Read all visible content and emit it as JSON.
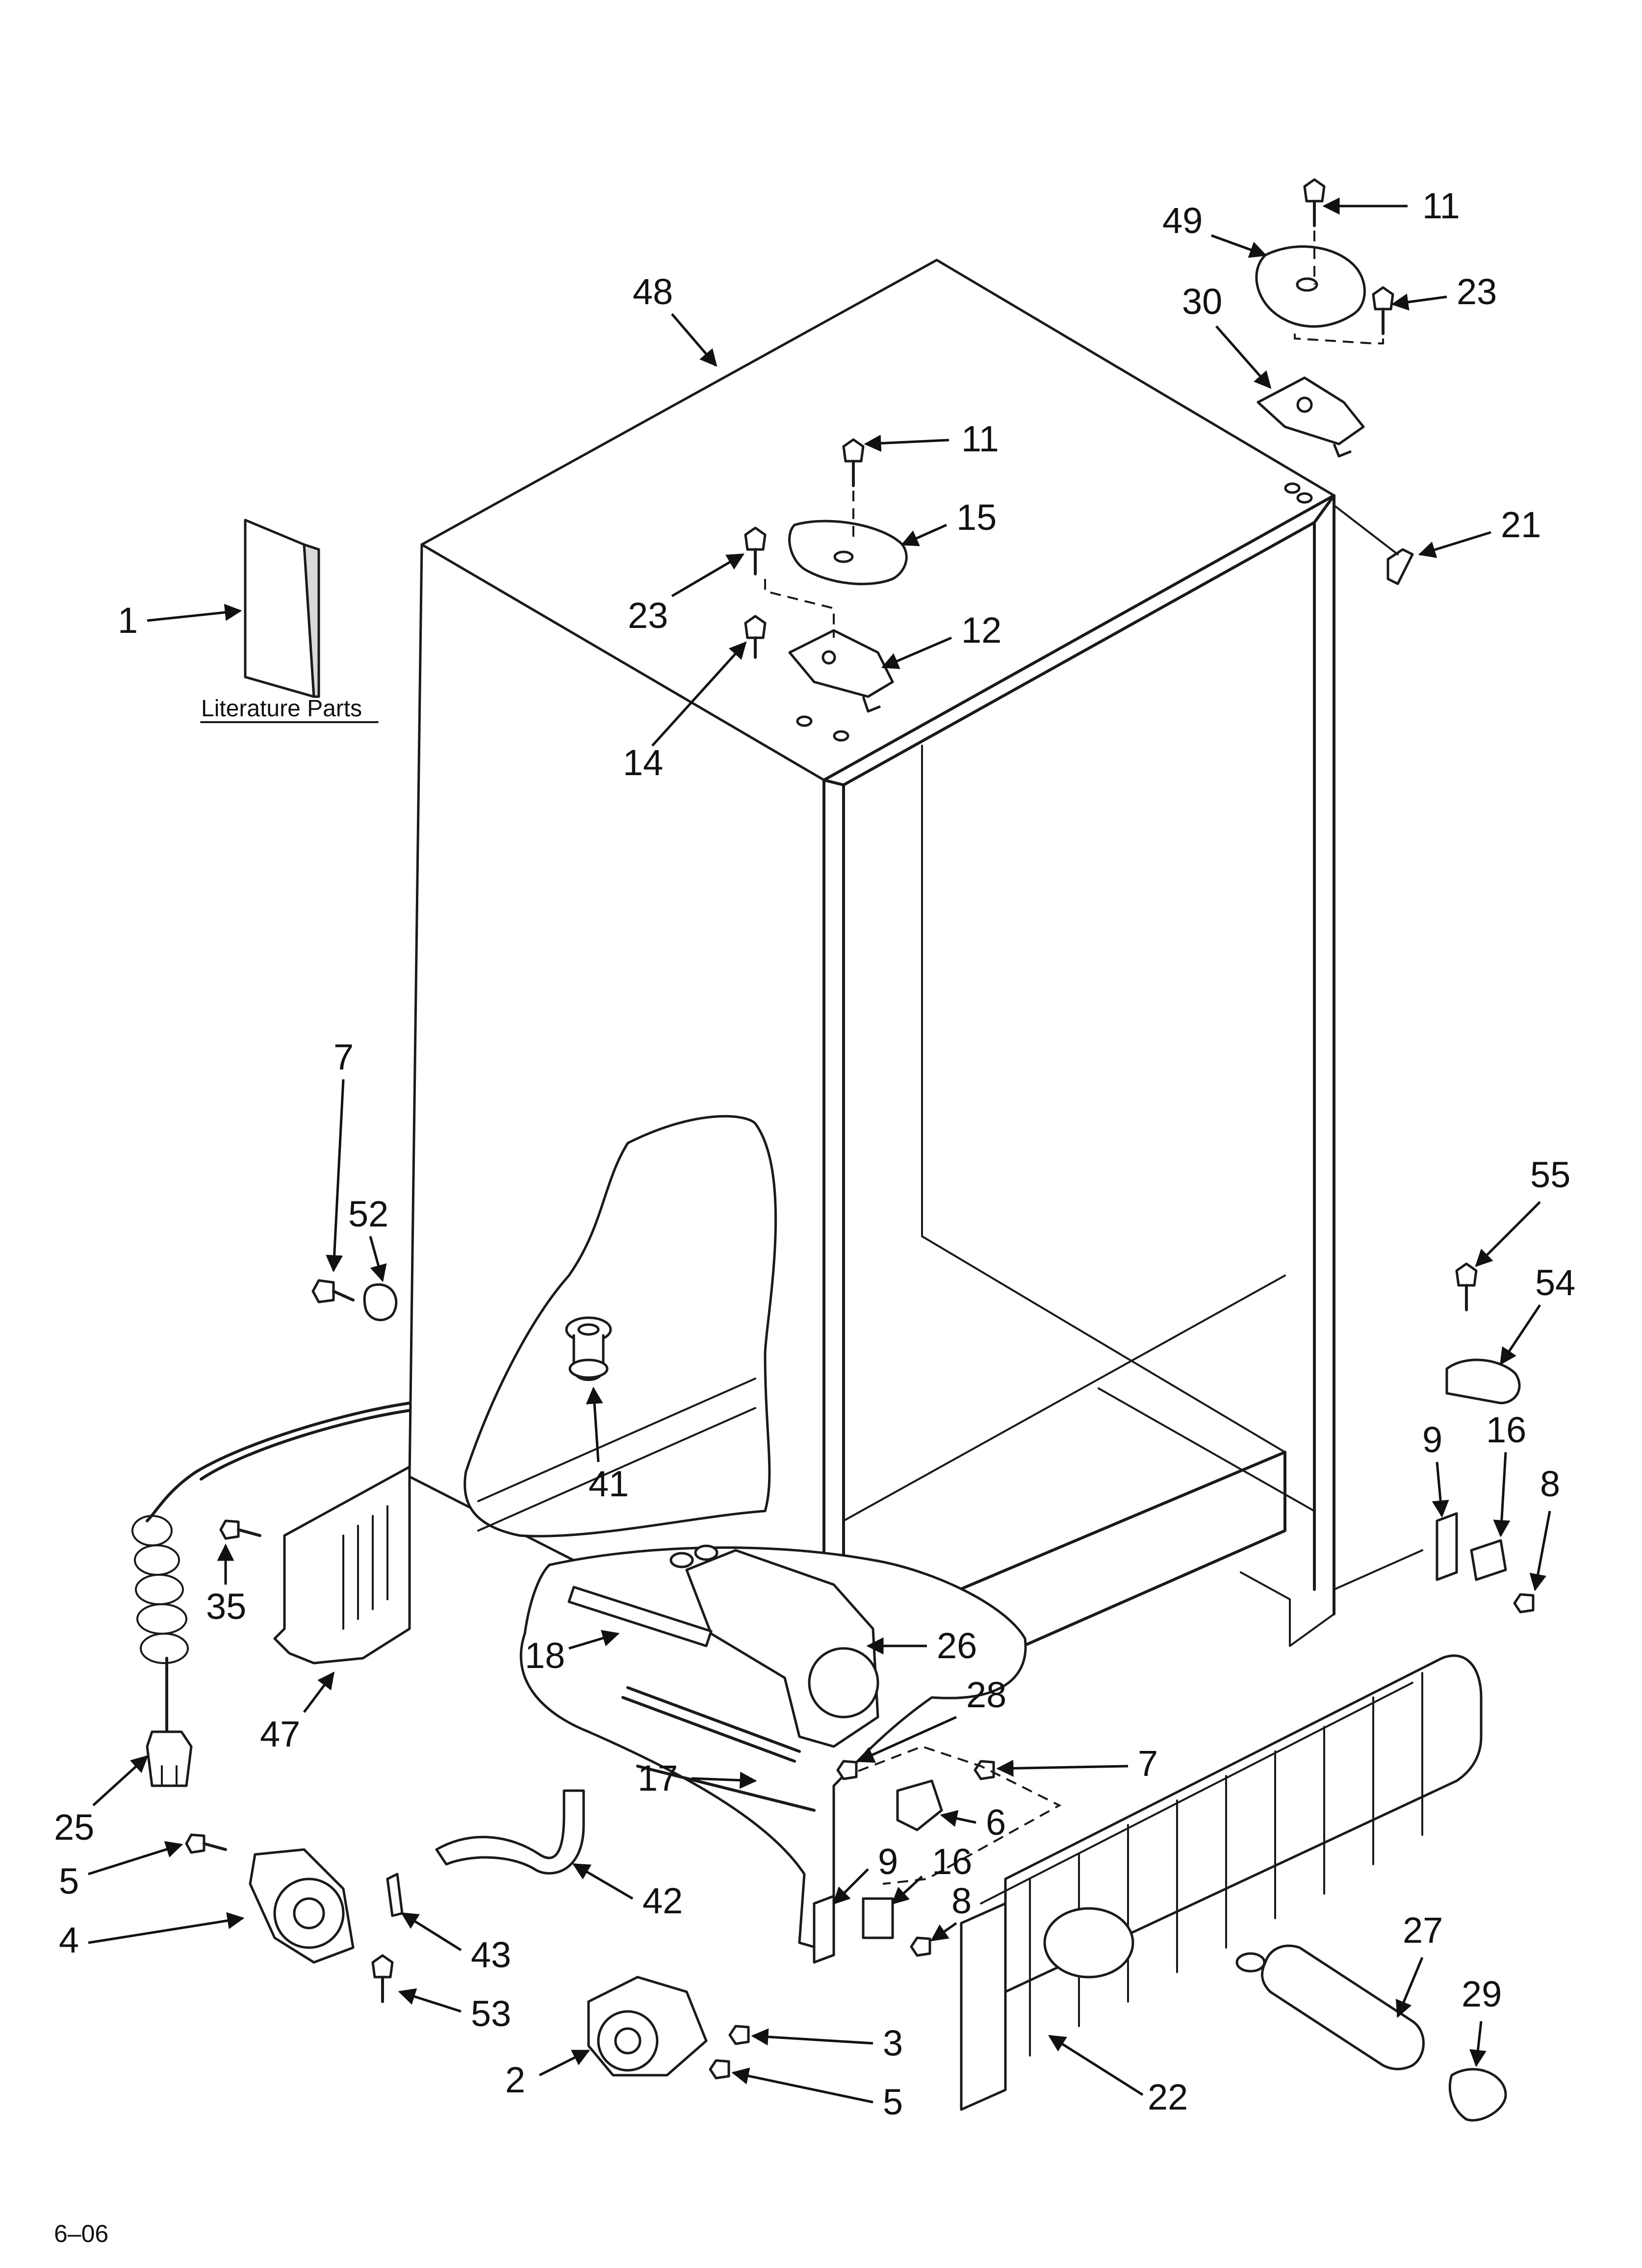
{
  "literature_label": "Literature Parts",
  "date_code": "6–06",
  "callouts": {
    "c1": "1",
    "c48": "48",
    "c49": "49",
    "c11a": "11",
    "c23a": "23",
    "c30": "30",
    "c11b": "11",
    "c15": "15",
    "c23b": "23",
    "c12": "12",
    "c14": "14",
    "c21": "21",
    "c7a": "7",
    "c52": "52",
    "c41": "41",
    "c35": "35",
    "c47": "47",
    "c18": "18",
    "c26": "26",
    "c28": "28",
    "c25": "25",
    "c17": "17",
    "c7b": "7",
    "c6": "6",
    "c9a": "9",
    "c16a": "16",
    "c8a": "8",
    "c5a": "5",
    "c4": "4",
    "c42": "42",
    "c43": "43",
    "c53": "53",
    "c2": "2",
    "c3": "3",
    "c5b": "5",
    "c22": "22",
    "c27": "27",
    "c29": "29",
    "c55": "55",
    "c54": "54",
    "c9b": "9",
    "c16b": "16",
    "c8b": "8"
  }
}
